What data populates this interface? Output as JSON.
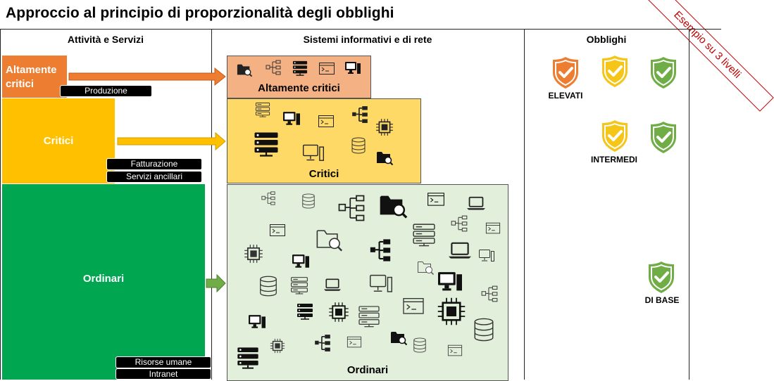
{
  "title": "Approccio al principio di proporzionalità degli obblighi",
  "ribbon": "Esempio su 3 livelli",
  "columns": {
    "activities": "Attività e Servizi",
    "systems": "Sistemi informativi e di rete",
    "obligations": "Obblighi"
  },
  "activities": {
    "high": {
      "label_line1": "Altamente",
      "label_line2": "critici",
      "tags": [
        "Produzione"
      ]
    },
    "critical": {
      "label": "Critici",
      "tags": [
        "Fatturazione",
        "Servizi ancillari"
      ]
    },
    "ordinary": {
      "label": "Ordinari",
      "tags": [
        "Risorse umane",
        "Intranet"
      ]
    }
  },
  "systems": {
    "high": "Altamente critici",
    "critical": "Critici",
    "ordinary": "Ordinari"
  },
  "obligations": {
    "elevated": "ELEVATI",
    "intermediate": "INTERMEDI",
    "base": "DI BASE"
  },
  "colors": {
    "high": "#ed7d31",
    "critical": "#ffc000",
    "ordinary": "#00a650",
    "sys_high": "#f4b183",
    "sys_critical": "#ffd966",
    "sys_ordinary": "#e2efda",
    "shield_orange": "#ed7d31",
    "shield_yellow": "#f5c518",
    "shield_green": "#70ad47",
    "ribbon": "#c00000"
  }
}
